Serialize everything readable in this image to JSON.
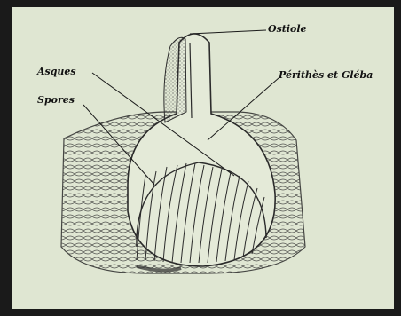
{
  "labels": {
    "ostiole": "Ostiole",
    "asques": "Asques",
    "spores": "Spores",
    "perithes": "Périthès et Gléba"
  },
  "colors": {
    "paper": "#dfe6d2",
    "ink": "#2b2b2b",
    "frame": "#1a1a1a"
  }
}
